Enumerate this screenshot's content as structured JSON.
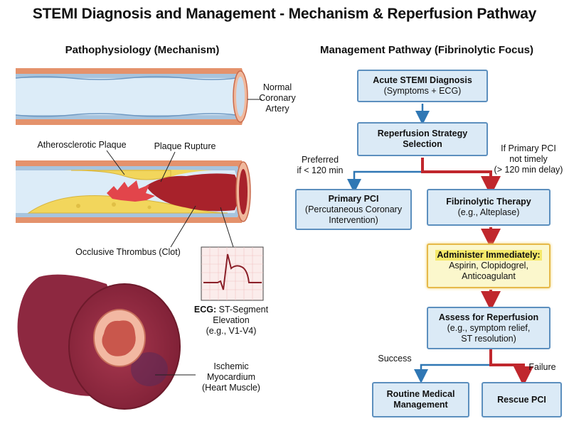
{
  "title": "STEMI Diagnosis and Management - Mechanism & Reperfusion Pathway",
  "left": {
    "heading": "Pathophysiology (Mechanism)",
    "normal_artery": [
      "Normal",
      "Coronary",
      "Artery"
    ],
    "plaque": "Atherosclerotic Plaque",
    "rupture": "Plaque Rupture",
    "thrombus": "Occlusive Thrombus (Clot)",
    "ecg_bold": "ECG:",
    "ecg_rest": " ST-Segment",
    "ecg_lines": [
      "Elevation",
      "(e.g., V1-V4)"
    ],
    "ischemic": [
      "Ischemic",
      "Myocardium",
      "(Heart Muscle)"
    ]
  },
  "right": {
    "heading": "Management Pathway (Fibrinolytic Focus)",
    "diag": {
      "title": "Acute STEMI Diagnosis",
      "sub": "(Symptoms + ECG)"
    },
    "strategy": {
      "title": "Reperfusion Strategy",
      "title2": "Selection"
    },
    "preferred": [
      "Preferred",
      "if < 120 min"
    ],
    "if_primary": [
      "If Primary PCI",
      "not timely",
      "(> 120 min delay)"
    ],
    "pci": {
      "title": "Primary PCI",
      "sub": "(Percutaneous Coronary",
      "sub2": "Intervention)"
    },
    "fibrin": {
      "title": "Fibrinolytic Therapy",
      "sub": "(e.g., Alteplase)"
    },
    "admin": {
      "title": "Administer Immediately:",
      "sub": "Aspirin, Clopidogrel,",
      "sub2": "Anticoagulant"
    },
    "assess": {
      "title": "Assess for Reperfusion",
      "sub": "(e.g., symptom relief,",
      "sub2": "ST resolution)"
    },
    "success": "Success",
    "failure": "Failure",
    "routine": {
      "title": "Routine Medical",
      "title2": "Management"
    },
    "rescue": {
      "title": "Rescue PCI"
    }
  },
  "colors": {
    "box_fill": "#dbeaf6",
    "box_border": "#5c8fbe",
    "arrow_blue": "#2f77b4",
    "arrow_red": "#c0272d",
    "highlight": "#f5e96a"
  }
}
